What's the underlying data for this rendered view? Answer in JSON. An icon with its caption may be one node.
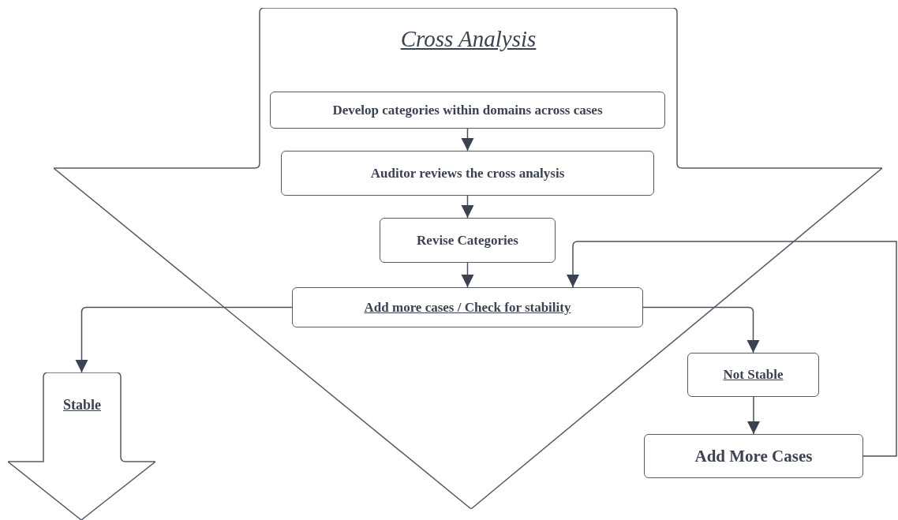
{
  "diagram": {
    "nodes": [
      {
        "text": [
          "Cross Analysis"
        ]
      },
      {
        "text": [
          "Develop categories within domains across cases"
        ],
        "in": 0
      },
      {
        "text": [
          "Auditor reviews the cross analysis"
        ],
        "in": 0
      },
      {
        "text": [
          "Revise Categories"
        ],
        "in": 0
      },
      {
        "text": [
          "Add more cases / Check for stability"
        ],
        "in": 0
      },
      {
        "text": [
          "Stable"
        ]
      },
      {
        "text": [
          "Not Stable"
        ]
      },
      {
        "text": [
          "Add More Cases"
        ]
      }
    ],
    "edges": [
      {
        "from": 1,
        "to": 2,
        "arrow": "to"
      },
      {
        "from": 2,
        "to": 3,
        "arrow": "to"
      },
      {
        "from": 3,
        "to": 4,
        "arrow": "to"
      },
      {
        "from": 4,
        "to": 5,
        "arrow": "to"
      },
      {
        "from": 4,
        "to": 6,
        "arrow": "to"
      },
      {
        "from": 6,
        "to": 7,
        "arrow": "to"
      },
      {
        "from": 7,
        "to": 4,
        "arrow": "to"
      }
    ]
  }
}
